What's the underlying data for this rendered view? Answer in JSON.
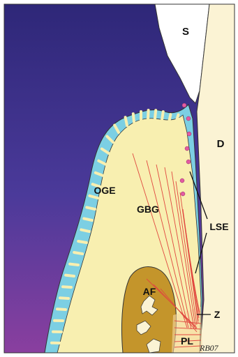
{
  "labels": {
    "enamel_space": "S",
    "dentin": "D",
    "oral_gingival_epithelium": "OGE",
    "gingival_connective_tissue": "GBG",
    "lamina_sulcular_epithelium": "LSE",
    "zone": "Z",
    "alveolar_bone": "AF",
    "periodontal_ligament": "PL"
  },
  "signature": "RB07",
  "colors": {
    "oral_cavity_top": "#2e2778",
    "oral_cavity_bottom": "#8a3f9f",
    "epithelium": "#7ccfe3",
    "connective_tissue": "#f8efb0",
    "dentin": "#fbf3d4",
    "bone": "#c4952b",
    "fibers": "#e0473f",
    "cells": "#e45aa2",
    "frame_outline": "#333333"
  }
}
